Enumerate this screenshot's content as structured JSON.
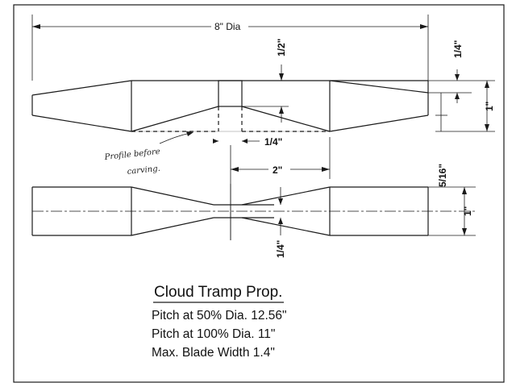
{
  "dimensions": {
    "diameter": "8\" Dia",
    "hub_top": "1/2\"",
    "tip_top": "1/4\"",
    "blade_thickness": "1\"",
    "hub_offset": "1/4\"",
    "hub_length": "2\"",
    "gap": "5/16\"",
    "blade_width": "1\"",
    "hub_bottom": "1/4\""
  },
  "note": {
    "line1": "Profile before",
    "line2": "carving."
  },
  "title": "Cloud Tramp Prop.",
  "specs": [
    "Pitch at 50% Dia. 12.56\"",
    "Pitch at 100% Dia.  11\"",
    "Max. Blade Width   1.4\""
  ]
}
